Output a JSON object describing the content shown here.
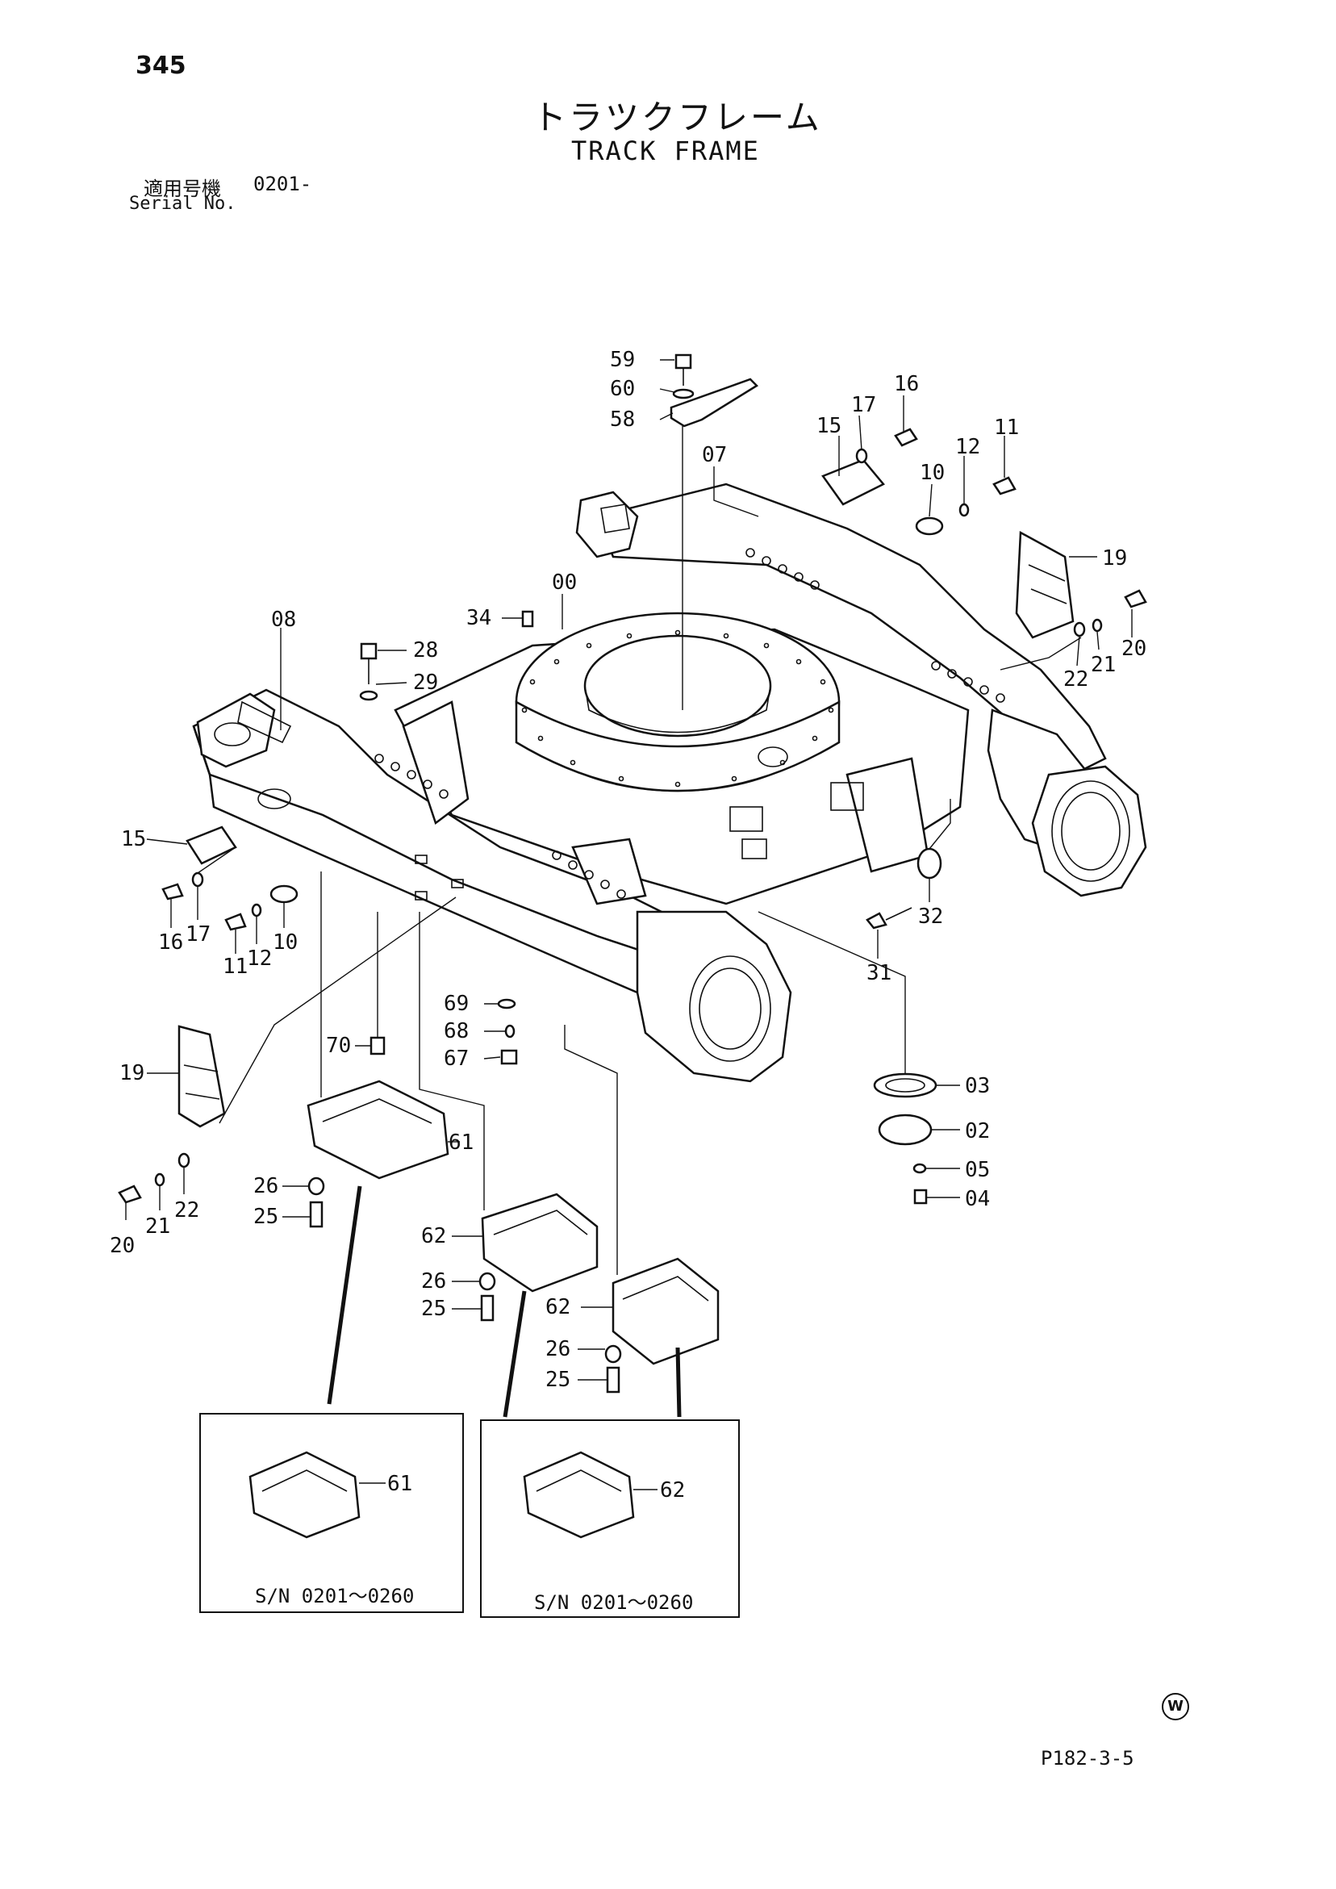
{
  "header": {
    "page_number": "345",
    "title_jp": "トラツクフレーム",
    "title_en": "TRACK FRAME",
    "serial_jp": "適用号機",
    "serial_en": "Serial No.",
    "serial_value": "0201-"
  },
  "callouts": {
    "c59": "59",
    "c60": "60",
    "c58": "58",
    "c07": "07",
    "c15a": "15",
    "c17a": "17",
    "c16a": "16",
    "c10a": "10",
    "c12a": "12",
    "c11a": "11",
    "c19a": "19",
    "c20a": "20",
    "c21a": "21",
    "c22a": "22",
    "c00": "00",
    "c34": "34",
    "c08": "08",
    "c28": "28",
    "c29": "29",
    "c15b": "15",
    "c17b": "17",
    "c16b": "16",
    "c11b": "11",
    "c12b": "12",
    "c10b": "10",
    "c31": "31",
    "c32": "32",
    "c69": "69",
    "c68": "68",
    "c67": "67",
    "c70": "70",
    "c03": "03",
    "c02": "02",
    "c05": "05",
    "c04": "04",
    "c19b": "19",
    "c20b": "20",
    "c21b": "21",
    "c22b": "22",
    "c61": "61",
    "c26a": "26",
    "c25a": "25",
    "c62a": "62",
    "c26b": "26",
    "c25b": "25",
    "c62b": "62",
    "c26c": "26",
    "c25c": "25",
    "c61i": "61",
    "c62i": "62"
  },
  "insets": {
    "left_caption": "S/N 0201～0260",
    "right_caption": "S/N 0201～0260"
  },
  "footer": {
    "drawing_code": "P182-3-5",
    "w_mark": "W"
  }
}
